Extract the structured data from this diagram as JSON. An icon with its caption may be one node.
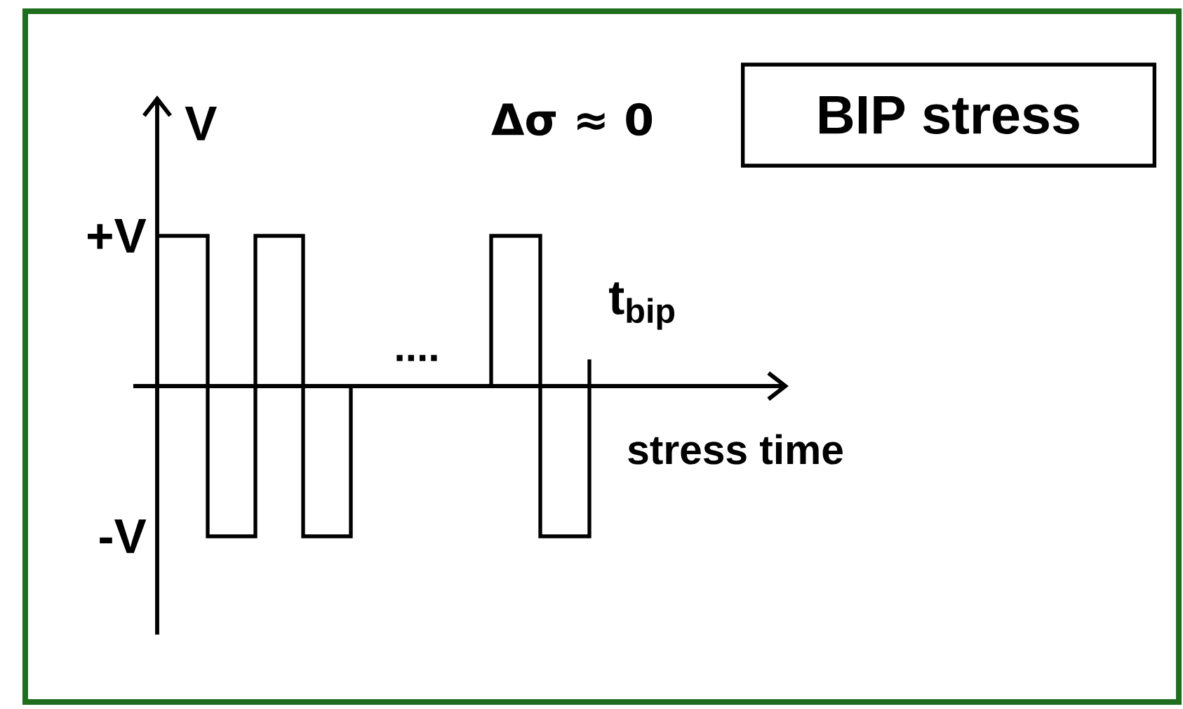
{
  "diagram": {
    "nodes": [
      {
        "text": [
          "BIP stress"
        ]
      }
    ],
    "labels": [
      "V",
      "Δσ ≈ 0",
      "+V",
      "-V",
      "....",
      "t$_{bip}$",
      "stress time"
    ]
  }
}
